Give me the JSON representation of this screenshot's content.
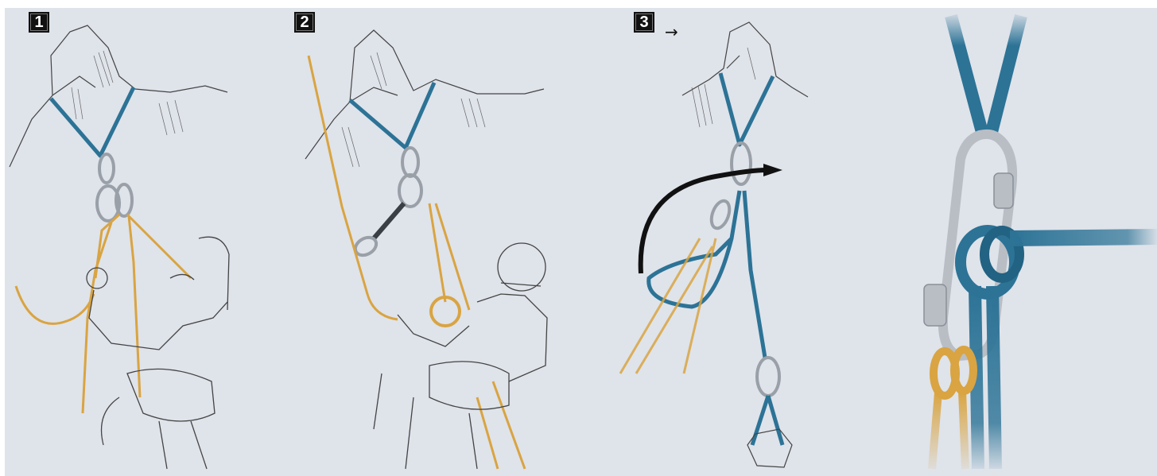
{
  "steps": [
    {
      "label": "1"
    },
    {
      "label": "2"
    },
    {
      "label": "3"
    }
  ],
  "step3_arrow": "→",
  "colors": {
    "background": "#dfe3ea",
    "sling": "#2c7396",
    "rope": "#c99a3c",
    "carabiner": "#b9bec5",
    "ink": "#333333"
  },
  "icons": [
    "step-badge",
    "arrow-right-icon",
    "curved-arrow-icon",
    "rock-icon",
    "carabiner-icon",
    "climber-icon"
  ]
}
